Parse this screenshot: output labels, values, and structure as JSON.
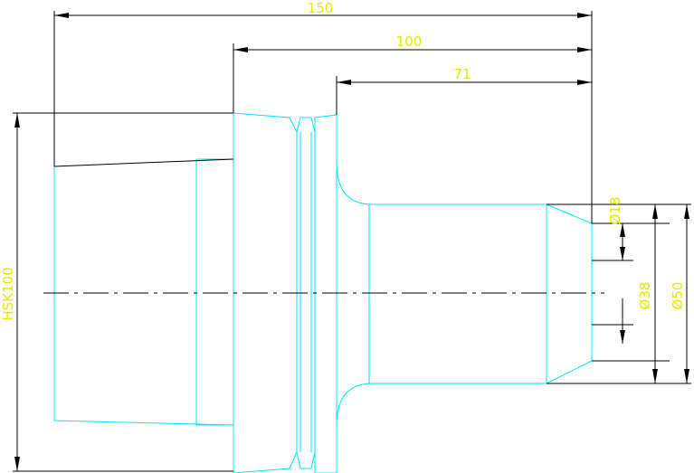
{
  "dimensions": {
    "overall_length": "150",
    "shank_length": "100",
    "tip_length": "71",
    "bore_diameter": "Ø18",
    "tip_diameter": "Ø38",
    "outer_diameter": "Ø50",
    "taper_label": "HSK100"
  },
  "colors": {
    "background": "#ffffff",
    "part_outline": "#00e5ff",
    "dimension_lines": "#000000",
    "dimension_text": "#e6e600"
  }
}
